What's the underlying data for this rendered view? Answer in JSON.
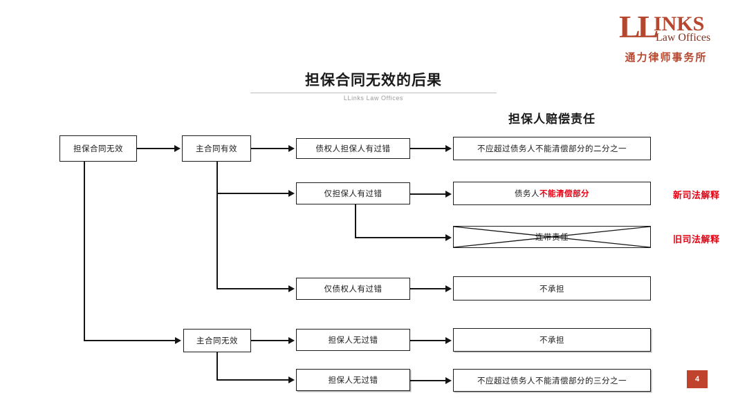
{
  "logo": {
    "ll": "LL",
    "inks": "INKS",
    "tagline": "Law Offices",
    "chinese": "通力律师事务所",
    "color": "#b5472f"
  },
  "slide": {
    "title": "担保合同无效的后果",
    "subtitle": "LLinks Law Offices",
    "page_number": "4",
    "page_badge_color": "#c0432d"
  },
  "diagram": {
    "column_header": "担保人赔偿责任",
    "nodes": {
      "root": "担保合同无效",
      "main_valid": "主合同有效",
      "main_invalid": "主合同无效",
      "fault_both": "债权人担保人有过错",
      "fault_guarantor_only": "仅担保人有过错",
      "fault_creditor_only": "仅债权人有过错",
      "no_fault_1": "担保人无过错",
      "no_fault_2": "担保人无过错",
      "result_half": "不应超过债务人不能清偿部分的二分之一",
      "result_debtor_prefix": "债务人",
      "result_debtor_highlight": "不能清偿部分",
      "result_joint_liability": "连带责任",
      "result_none_1": "不承担",
      "result_none_2": "不承担",
      "result_third": "不应超过债务人不能清偿部分的三分之一"
    },
    "annotations": {
      "new_interpretation": "新司法解释",
      "old_interpretation": "旧司法解释",
      "annotation_color": "#e60012"
    }
  }
}
